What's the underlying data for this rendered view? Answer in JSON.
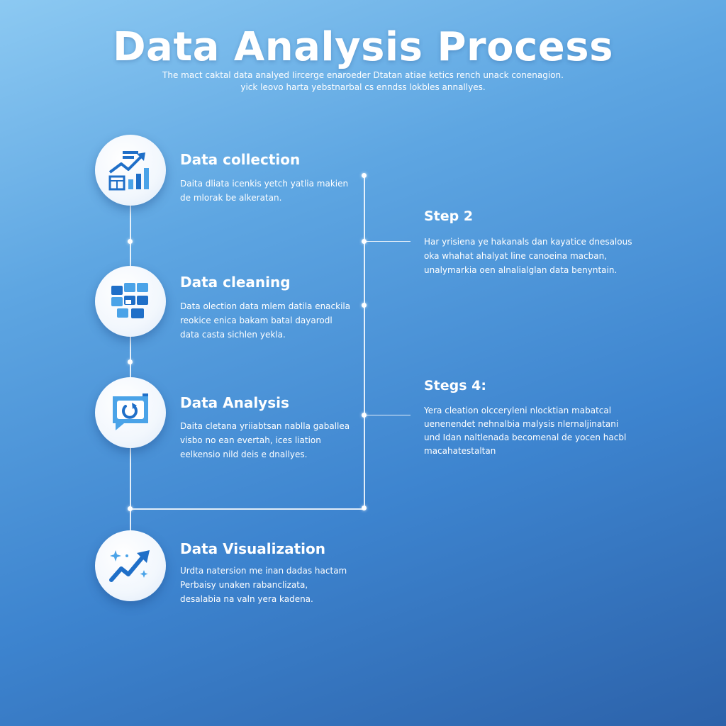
{
  "header": {
    "title": "Data Analysis Process",
    "subtitle_lines": [
      "The mact caktal data analyed Iircerge enaroeder Dtatan atiae ketics rench unack conenagion.",
      "yick leovo harta yebstnarbal cs enndss lokbles annallyes."
    ]
  },
  "left_steps": [
    {
      "title": "Data collection",
      "icon": "analytics-dashboard-icon",
      "lines": [
        "Daita dliata icenkis yetch yatlia makien",
        "de mlorak be alkeratan."
      ]
    },
    {
      "title": "Data cleaning",
      "icon": "data-blocks-icon",
      "lines": [
        "Data olection data mlem datila enackila",
        "reokice enica bakam batal dayarodl",
        "data casta sichlen yekla."
      ]
    },
    {
      "title": "Data Analysis",
      "icon": "refresh-chat-icon",
      "lines": [
        "Daita cletana yriiabtsan nablla gaballea",
        "visbo no ean evertah, ices liation",
        "eelkensio nild deis e dnallyes."
      ]
    },
    {
      "title": "Data Visualization",
      "icon": "trend-arrow-icon",
      "lines": [
        "Urdta natersion me inan dadas hactam",
        "Perbaisy unaken rabanclizata,",
        "desalabia na valn yera kadena."
      ]
    }
  ],
  "right_steps": [
    {
      "title": "Step 2",
      "lines": [
        "Har yrisiena ye hakanals dan kayatice dnesalous",
        "oka whahat ahalyat line canoeina macban,",
        "unalymarkia oen alnalialglan data benyntain."
      ]
    },
    {
      "title": "Stegs 4:",
      "lines": [
        "Yera cleation olcceryleni nlocktian mabatcal",
        "uenenendet nehnalbia malysis nlernaljinatani",
        "und Idan naltlenada becomenal de yocen hacbl",
        "macahatestaltan"
      ]
    }
  ],
  "colors": {
    "background_top": "#8cc9f2",
    "background_bottom": "#2c62aa",
    "icon_primary": "#1f6fc8",
    "icon_secondary": "#4aa3e8",
    "text": "#ffffff"
  }
}
